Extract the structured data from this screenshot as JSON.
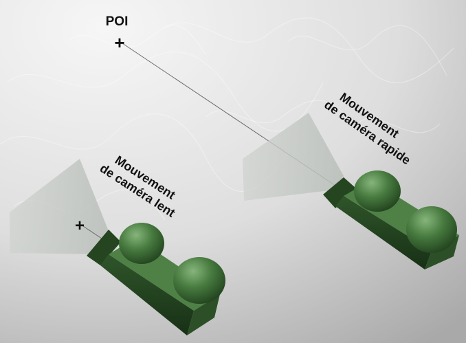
{
  "poi": {
    "label": "POI",
    "marker": "+"
  },
  "slow_camera": {
    "label_line1": "Mouvement",
    "label_line2": "de caméra lent",
    "target_marker": "+"
  },
  "fast_camera": {
    "label_line1": "Mouvement",
    "label_line2": "de caméra rapide"
  },
  "colors": {
    "camera_body": "#3d6b36",
    "camera_dark": "#1f3d1c",
    "camera_light": "#6fa064",
    "frustum": "#c4c8c4",
    "text": "#111111"
  }
}
